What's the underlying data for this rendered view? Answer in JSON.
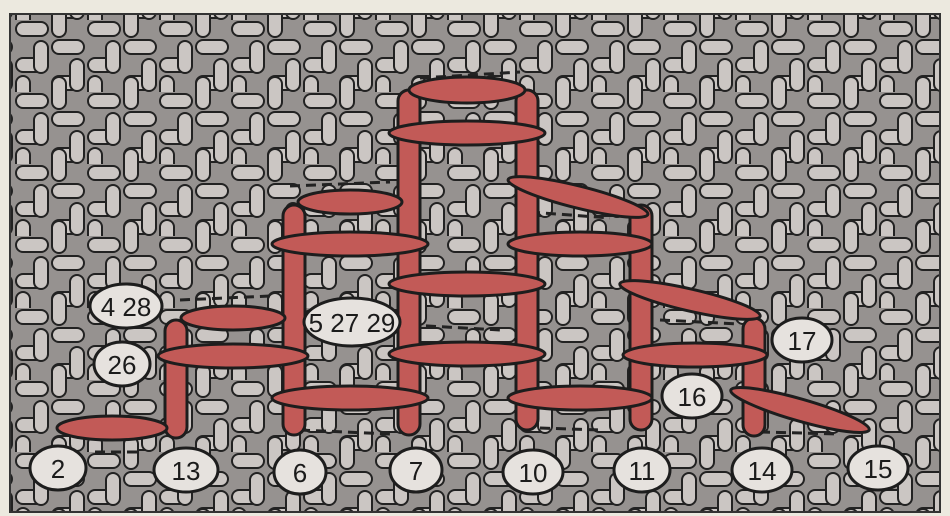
{
  "colors": {
    "canvas": "#969290",
    "thread": "#cbc6c3",
    "thread_outline": "#222222",
    "stitch": "#c25a57",
    "stitch_outline": "#1d1d1d",
    "label_fill": "#e6e2de"
  },
  "labels": [
    "2",
    "13",
    "6",
    "7",
    "10",
    "11",
    "14",
    "15",
    "26",
    "4 28",
    "5 27 29",
    "16",
    "17"
  ]
}
